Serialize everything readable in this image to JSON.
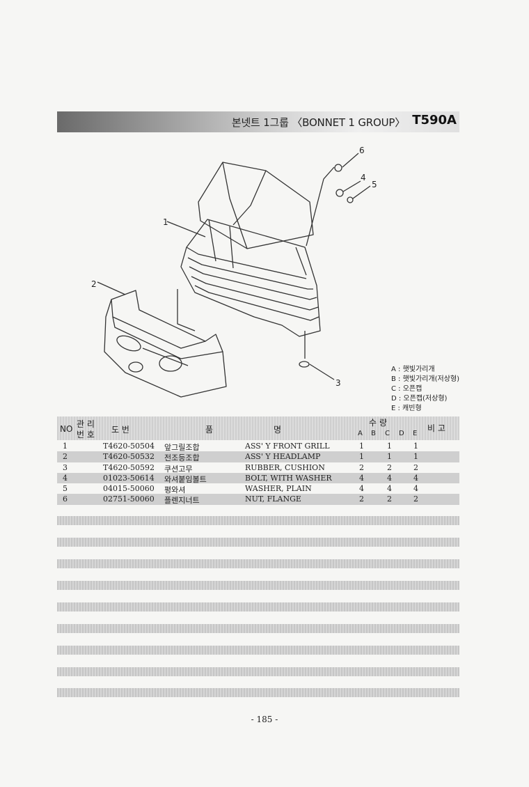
{
  "header": {
    "title": "본넷트 1그룹 〈BONNET 1 GROUP〉",
    "model": "T590A"
  },
  "diagram": {
    "callouts": [
      "1",
      "2",
      "3",
      "4",
      "5",
      "6"
    ]
  },
  "legend": [
    "A : 햇빛가리개",
    "B : 햇빛가리개(저상형)",
    "C : 오픈캡",
    "D : 오픈캡(저상형)",
    "E : 캐빈형"
  ],
  "table": {
    "headers": {
      "no": "NO",
      "mgmt_top": "관 리",
      "mgmt_bottom": "번 호",
      "drawing": "도       번",
      "name_part1": "품",
      "name_part2": "명",
      "qty": "수          량",
      "remarks": "비   고",
      "cols": [
        "A",
        "B",
        "C",
        "D",
        "E"
      ]
    },
    "rows": [
      {
        "no": "1",
        "part": "T4620-50504",
        "kor": "앞그릴조합",
        "eng": "ASS' Y FRONT GRILL",
        "a": "1",
        "c": "1",
        "e": "1"
      },
      {
        "no": "2",
        "part": "T4620-50532",
        "kor": "전조등조합",
        "eng": "ASS' Y HEADLAMP",
        "a": "1",
        "c": "1",
        "e": "1"
      },
      {
        "no": "3",
        "part": "T4620-50592",
        "kor": "쿠션고무",
        "eng": "RUBBER, CUSHION",
        "a": "2",
        "c": "2",
        "e": "2"
      },
      {
        "no": "4",
        "part": "01023-50614",
        "kor": "와셔붙임볼트",
        "eng": "BOLT, WITH WASHER",
        "a": "4",
        "c": "4",
        "e": "4"
      },
      {
        "no": "5",
        "part": "04015-50060",
        "kor": "평와셔",
        "eng": "WASHER, PLAIN",
        "a": "4",
        "c": "4",
        "e": "4"
      },
      {
        "no": "6",
        "part": "02751-50060",
        "kor": "플렌지너트",
        "eng": "NUT, FLANGE",
        "a": "2",
        "c": "2",
        "e": "2"
      }
    ]
  },
  "page_number": "- 185 -"
}
